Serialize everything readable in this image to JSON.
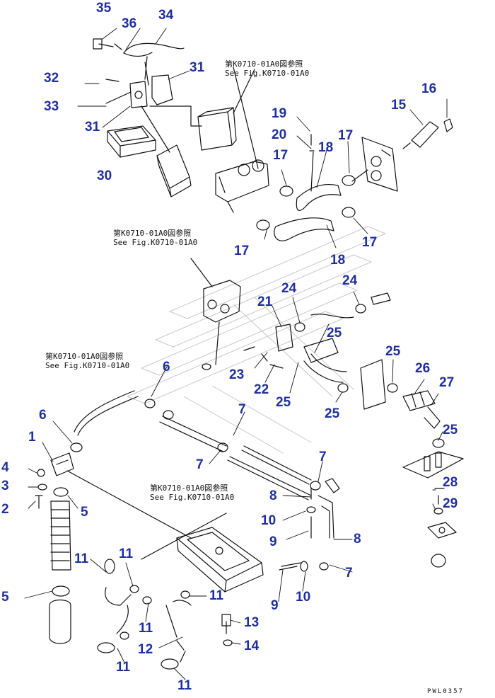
{
  "diagram": {
    "part_labels": [
      "35",
      "36",
      "34",
      "31",
      "32",
      "33",
      "31",
      "30",
      "19",
      "20",
      "17",
      "18",
      "17",
      "15",
      "16",
      "17",
      "18",
      "17",
      "21",
      "24",
      "24",
      "25",
      "6",
      "23",
      "22",
      "25",
      "25",
      "25",
      "26",
      "27",
      "25",
      "7",
      "6",
      "1",
      "4",
      "3",
      "2",
      "5",
      "7",
      "7",
      "28",
      "8",
      "29",
      "10",
      "9",
      "8",
      "11",
      "11",
      "5",
      "11",
      "11",
      "7",
      "13",
      "9",
      "10",
      "12",
      "14",
      "11",
      "11"
    ],
    "references": [
      {
        "line1": "第K0710-01A0図参照",
        "line2": "See Fig.K0710-01A0"
      },
      {
        "line1": "第K0710-01A0図参照",
        "line2": "See Fig.K0710-01A0"
      },
      {
        "line1": "第K0710-01A0図参照",
        "line2": "See Fig.K0710-01A0"
      },
      {
        "line1": "第K0710-01A0図参照",
        "line2": "See Fig.K0710-01A0"
      }
    ],
    "drawing_code": "PWL0357",
    "colors": {
      "label": "#1f2f9e",
      "line": "#111111",
      "background": "#ffffff"
    }
  }
}
